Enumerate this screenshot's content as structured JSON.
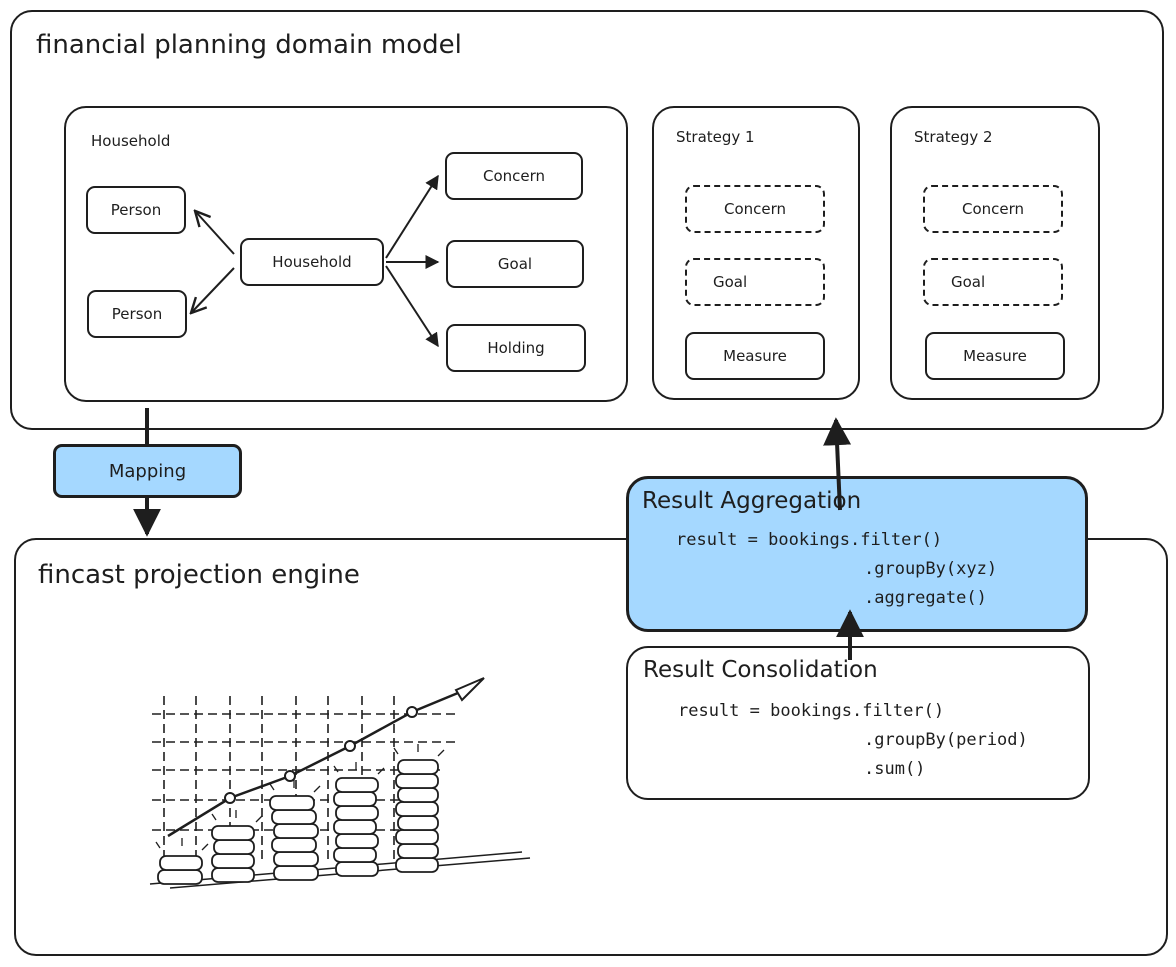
{
  "domain_model": {
    "title": "financial planning domain model",
    "household_group": {
      "label": "Household",
      "nodes": {
        "person_1": "Person",
        "person_2": "Person",
        "household": "Household",
        "concern": "Concern",
        "goal": "Goal",
        "holding": "Holding"
      }
    },
    "strategy_1": {
      "label": "Strategy 1",
      "concern": "Concern",
      "goal": "Goal",
      "measure": "Measure"
    },
    "strategy_2": {
      "label": "Strategy 2",
      "concern": "Concern",
      "goal": "Goal",
      "measure": "Measure"
    }
  },
  "mapping": {
    "label": "Mapping"
  },
  "engine": {
    "title": "fincast projection engine"
  },
  "result_aggregation": {
    "title": "Result Aggregation",
    "code_line_1": "result = bookings.filter()",
    "code_line_2": ".groupBy(xyz)",
    "code_line_3": ".aggregate()"
  },
  "result_consolidation": {
    "title": "Result Consolidation",
    "code_line_1": "result = bookings.filter()",
    "code_line_2": ".groupBy(period)",
    "code_line_3": ".sum()"
  },
  "colors": {
    "accent": "#a5d8ff",
    "stroke": "#1e1e1e"
  },
  "illustration": "growth-chart-coin-stacks"
}
